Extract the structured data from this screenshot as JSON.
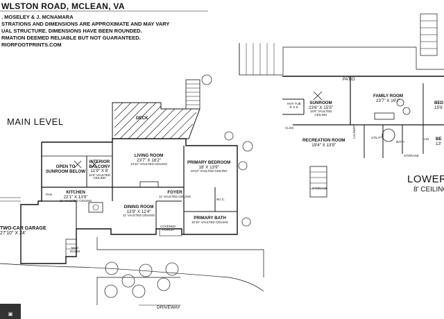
{
  "header": {
    "title": "WLSTON ROAD, MCLEAN, VA",
    "credit": ". MOSELEY & J. MCNAMARA",
    "disclaimer_1": "STRATIONS AND DIMENSIONS ARE APPROXIMATE AND MAY VARY",
    "disclaimer_2": "UAL STRUCTURE. DIMENSIONS HAVE BEEN ROUNDED.",
    "disclaimer_3": "RMATION DEEMED RELIABLE BUT NOT GUARANTEED.",
    "website": "RIORFOOTPRINTS.COM"
  },
  "main_level": {
    "label": "MAIN LEVEL",
    "rooms": {
      "deck": {
        "name": "DECK"
      },
      "open_sunroom": {
        "name": "OPEN TO",
        "name2": "SUNROOM BELOW"
      },
      "interior_balcony": {
        "name": "INTERIOR",
        "name2": "BALCONY",
        "dims": "11'9\" X 8'",
        "ceiling": "11'8\" VAULTED",
        "ceiling2": "CEILING"
      },
      "living_room": {
        "name": "LIVING ROOM",
        "dims": "23'7\" X 18'2\"",
        "ceiling": "13'10\" VAULTED CEILING"
      },
      "primary_bedroom": {
        "name": "PRIMARY BEDROOM",
        "dims": "18' X 13'9\"",
        "ceiling": "10'10\" VAULTED CEILING"
      },
      "kitchen": {
        "name": "KITCHEN",
        "dims": "22'1\" X 13'9\"",
        "ceiling": "11' VAULTED CEILING"
      },
      "dining_room": {
        "name": "DINING ROOM",
        "dims": "13'9\" X 12'4\"",
        "ceiling": "11' VAULTED CEILING"
      },
      "foyer": {
        "name": "FOYER",
        "ceiling": "11' VAULTED CEILING"
      },
      "primary_bath": {
        "name": "PRIMARY BATH",
        "ceiling": "10'10\" VAULTED CEILING"
      },
      "garage": {
        "name": "TWO-CAR GARAGE",
        "dims": "27'10\" X 24'"
      },
      "mud_room": {
        "name": "MUD",
        "name2": "ROOM"
      },
      "porch": {
        "name": "COVERED",
        "name2": "PORCH"
      },
      "pan": {
        "name": "PAN"
      },
      "wic": {
        "name": "W.I.C."
      },
      "driveway": {
        "name": "DRIVEWAY"
      }
    }
  },
  "lower_level": {
    "label": "LOWER",
    "ceiling": "8' CEILING",
    "rooms": {
      "patio": {
        "name": "PATIO"
      },
      "sunroom": {
        "name": "SUNROOM",
        "dims": "23'6\" X 15'5\"",
        "ceiling": "18'9\" VAULTED",
        "ceiling2": "CEILING"
      },
      "hot_tub": {
        "name": "HOT TUB",
        "dims": "8' X 8'"
      },
      "family_room": {
        "name": "FAMILY ROOM",
        "dims": "23'7\" X 16'2\""
      },
      "recreation_room": {
        "name": "RECREATION ROOM",
        "dims": "19'4\" X 13'9\""
      },
      "storage_1": {
        "name": "STORAGE"
      },
      "storage_2": {
        "name": "STORAGE"
      },
      "utility": {
        "name": "UTILITY"
      },
      "laundry": {
        "name": "LAUNDRY"
      },
      "bath": {
        "name": "BATH"
      },
      "clos": {
        "name": "CLOS"
      },
      "lin": {
        "name": "LIN"
      },
      "bed_partial_1": {
        "name": "BED",
        "dims": "15'9"
      },
      "bed_partial_2": {
        "name": "BE",
        "dims": "13'"
      }
    }
  }
}
